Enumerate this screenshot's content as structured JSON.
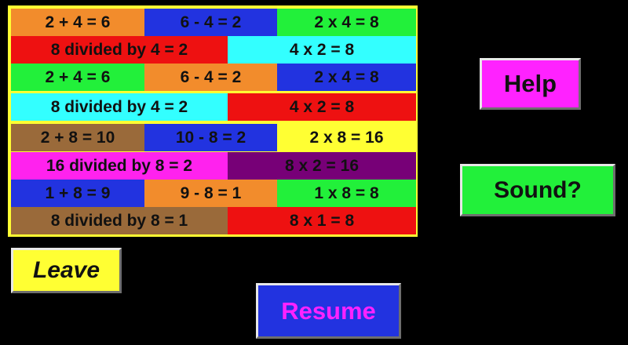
{
  "colors": {
    "background": "#000000",
    "board_border": "#ffff33",
    "orange": "#f28c2c",
    "blue": "#2233e0",
    "green": "#22f03a",
    "red": "#ee1111",
    "cyan": "#33ffff",
    "brown": "#9a6a3a",
    "yellow": "#ffff33",
    "magenta": "#ff22ee",
    "purple": "#770077"
  },
  "board": {
    "rows": [
      {
        "cells": [
          {
            "text": "2 + 4 = 6",
            "color": "orange"
          },
          {
            "text": "6 - 4 = 2",
            "color": "blue"
          },
          {
            "text": "2 x 4 = 8",
            "color": "green"
          }
        ]
      },
      {
        "cells": [
          {
            "text": "8 divided by 4 = 2",
            "color": "red"
          },
          {
            "text": "4 x 2 = 8",
            "color": "cyan"
          }
        ]
      },
      {
        "cells": [
          {
            "text": "2 + 4 = 6",
            "color": "green"
          },
          {
            "text": "6 - 4 = 2",
            "color": "orange"
          },
          {
            "text": "2 x 4 = 8",
            "color": "blue"
          }
        ]
      },
      {
        "cells": [
          {
            "text": "8 divided by 4 = 2",
            "color": "cyan"
          },
          {
            "text": "4 x 2 = 8",
            "color": "red"
          }
        ]
      },
      {
        "cells": [
          {
            "text": "2 + 8 = 10",
            "color": "brown"
          },
          {
            "text": "10 - 8 = 2",
            "color": "blue"
          },
          {
            "text": "2 x 8 = 16",
            "color": "yellow"
          }
        ]
      },
      {
        "cells": [
          {
            "text": "16 divided by 8 = 2",
            "color": "magenta"
          },
          {
            "text": "8 x 2 = 16",
            "color": "purple"
          }
        ]
      },
      {
        "cells": [
          {
            "text": "1 + 8 = 9",
            "color": "blue"
          },
          {
            "text": "9 - 8 = 1",
            "color": "orange"
          },
          {
            "text": "1 x 8 = 8",
            "color": "green"
          }
        ]
      },
      {
        "cells": [
          {
            "text": "8 divided by 8 = 1",
            "color": "brown"
          },
          {
            "text": "8 x 1 = 8",
            "color": "red"
          }
        ]
      }
    ]
  },
  "buttons": {
    "help": {
      "label": "Help",
      "bg": "#ff22ff",
      "text_color": "#111111"
    },
    "sound": {
      "label": "Sound?",
      "bg": "#22f03a",
      "text_color": "#111111"
    },
    "leave": {
      "label": "Leave",
      "bg": "#ffff33",
      "text_color": "#111111"
    },
    "resume": {
      "label": "Resume",
      "bg": "#2233e0",
      "text_color": "#ff22ff"
    }
  }
}
